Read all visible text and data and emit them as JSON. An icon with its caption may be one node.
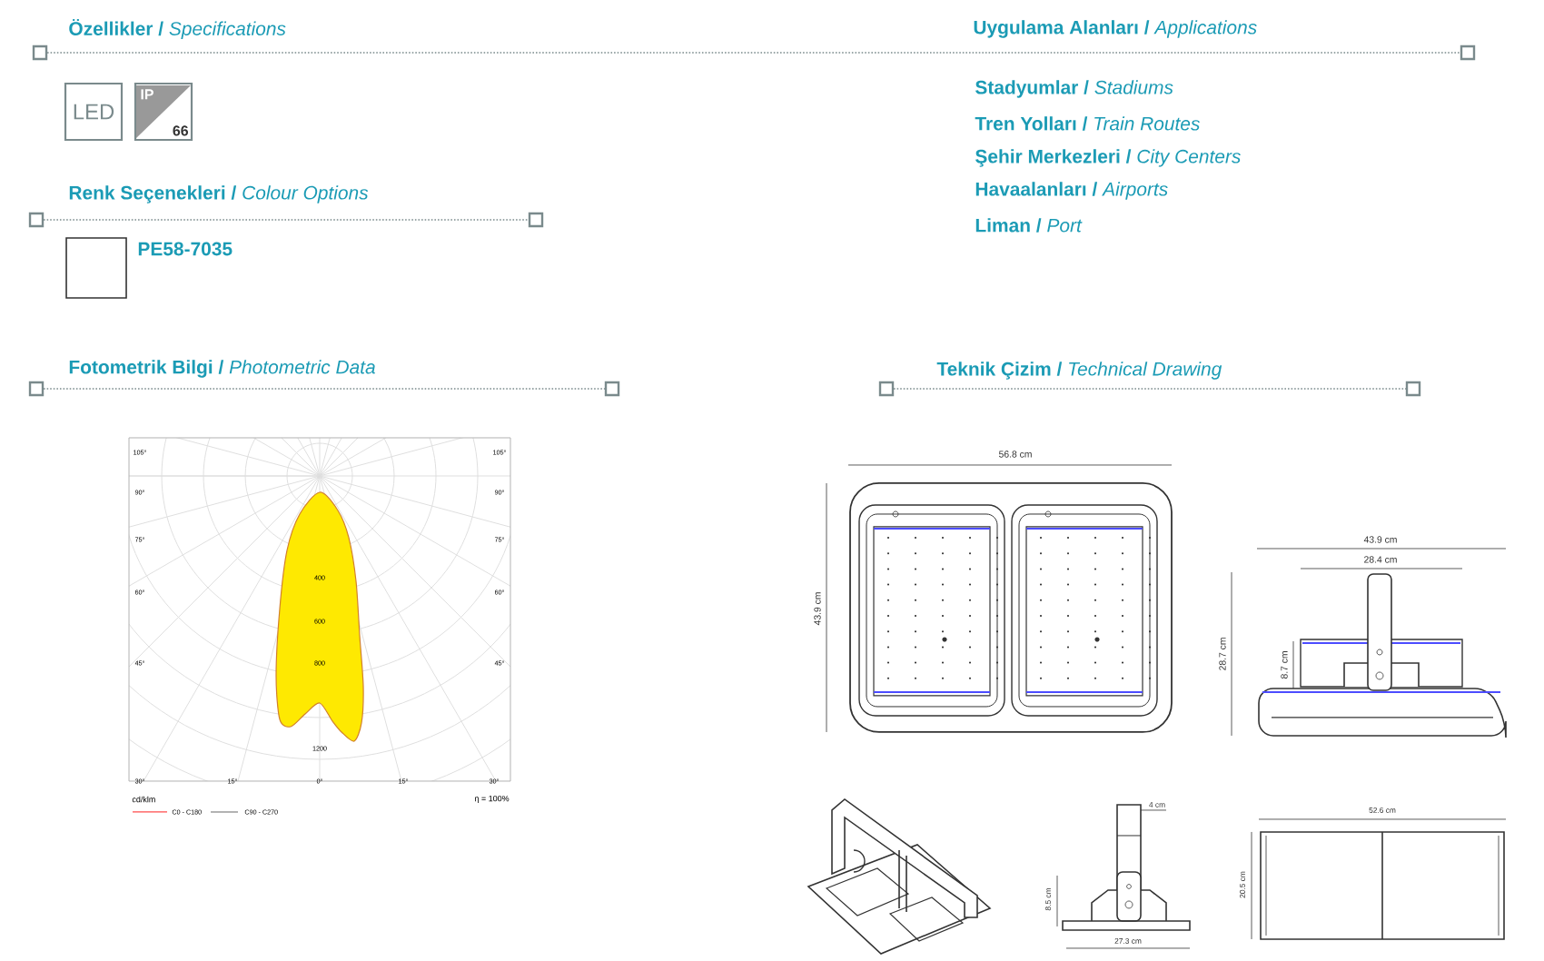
{
  "diagram": {
    "nodes": [
      {
        "text": [
          "LED"
        ]
      },
      {
        "text": [
          "IP",
          "66"
        ]
      },
      {
        "text": [],
        "shape": "box",
        "beside": [
          "PE58-7035"
        ]
      }
    ],
    "labels": [
      "**Özellikler /** *Specifications*",
      "**Uygulama Alanları /** *Applications*",
      "**Stadyumlar /** *Stadiums*",
      "**Tren Yolları /** *Train Routes*",
      "**Şehir Merkezleri /** *City Centers*",
      "**Havaalanları /** *Airports*",
      "**Liman /** *Port*",
      "**Renk Seçenekleri /** *Colour Options*",
      "**Fotometrik Bilgi /** *Photometric Data*",
      "**Teknik Çizim /** *Technical Drawing*",
      "105°",
      "105°",
      "90°",
      "90°",
      "75°",
      "75°",
      "60°",
      "60°",
      "45°",
      "45°",
      "400",
      "600",
      "800",
      "1200",
      "30°",
      "15°",
      "0°",
      "15°",
      "30°",
      "cd/klm",
      "η = 100%",
      "56.8 cm",
      "43.9 cm",
      "43.9 cm",
      "28.4 cm",
      "28.7 cm",
      "8.7 cm",
      "4 cm",
      "8.5 cm",
      "27.3 cm",
      "52.6 cm",
      "20.5 cm"
    ],
    "legend": [
      {
        "text": "C0 - C180"
      },
      {
        "text": "C90 - C270"
      }
    ]
  }
}
